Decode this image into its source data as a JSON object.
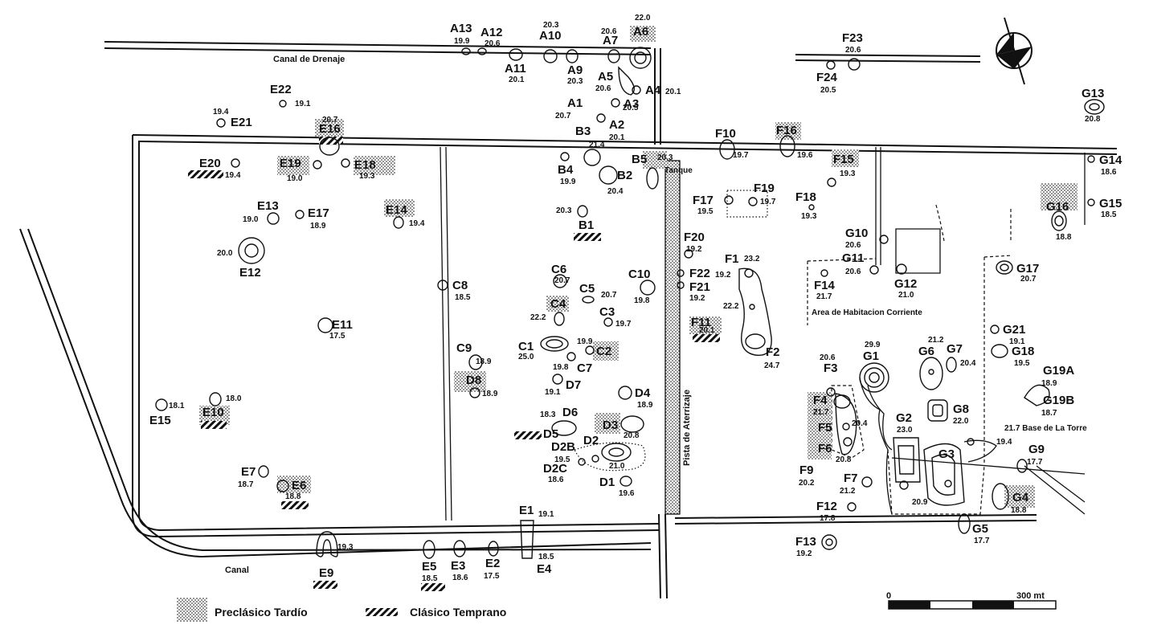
{
  "map": {
    "labels": {
      "canal_drenaje": "Canal de Drenaje",
      "canal": "Canal",
      "tanque": "Tanque",
      "pista": "Pista de Aterrizaje",
      "area_habitacion": "Area de Habitacion Corriente",
      "base_torre": "21.7 Base de La Torre"
    },
    "legend": {
      "preclasico": "Preclásico Tardío",
      "clasico": "Clásico Temprano"
    },
    "scale": {
      "start": "0",
      "end": "300 mt"
    },
    "colors": {
      "ink": "#111111",
      "paper": "#ffffff"
    },
    "sites": [
      {
        "id": "A13",
        "elev": "19.9"
      },
      {
        "id": "A12",
        "elev": "20.6"
      },
      {
        "id": "A11",
        "elev": "20.1"
      },
      {
        "id": "A10",
        "elev": "20.3"
      },
      {
        "id": "A9",
        "elev": "20.3"
      },
      {
        "id": "A7",
        "elev": "20.6"
      },
      {
        "id": "A6",
        "elev": "22.0"
      },
      {
        "id": "A5",
        "elev": "20.6"
      },
      {
        "id": "A4",
        "elev": "20.1"
      },
      {
        "id": "A3",
        "elev": "20.5"
      },
      {
        "id": "A2",
        "elev": "20.1"
      },
      {
        "id": "A1",
        "elev": "20.7"
      },
      {
        "id": "B1",
        "elev": "20.3"
      },
      {
        "id": "B2",
        "elev": "20.4"
      },
      {
        "id": "B3",
        "elev": "21.4"
      },
      {
        "id": "B4",
        "elev": "19.9"
      },
      {
        "id": "B5",
        "elev": "20.3"
      },
      {
        "id": "C1",
        "elev": "25.0"
      },
      {
        "id": "C2",
        "elev": "19.9"
      },
      {
        "id": "C3",
        "elev": "19.7"
      },
      {
        "id": "C4",
        "elev": "22.2"
      },
      {
        "id": "C5",
        "elev": "20.7"
      },
      {
        "id": "C6",
        "elev": "20.7"
      },
      {
        "id": "C7",
        "elev": "19.8"
      },
      {
        "id": "C8",
        "elev": "18.5"
      },
      {
        "id": "C9",
        "elev": "18.9"
      },
      {
        "id": "C10",
        "elev": "19.8"
      },
      {
        "id": "D1",
        "elev": "19.6"
      },
      {
        "id": "D2",
        "elev": "21.0"
      },
      {
        "id": "D2B",
        "elev": "19.5"
      },
      {
        "id": "D2C",
        "elev": "18.6"
      },
      {
        "id": "D3",
        "elev": "20.8"
      },
      {
        "id": "D4",
        "elev": "18.9"
      },
      {
        "id": "D5",
        "elev": ""
      },
      {
        "id": "D6",
        "elev": "18.3"
      },
      {
        "id": "D7",
        "elev": "19.1"
      },
      {
        "id": "D8",
        "elev": "18.9"
      },
      {
        "id": "E1",
        "elev": "19.1"
      },
      {
        "id": "E2",
        "elev": "17.5"
      },
      {
        "id": "E3",
        "elev": "18.6"
      },
      {
        "id": "E4",
        "elev": "18.5"
      },
      {
        "id": "E5",
        "elev": "18.5"
      },
      {
        "id": "E6",
        "elev": "18.8"
      },
      {
        "id": "E7",
        "elev": "18.7"
      },
      {
        "id": "E9",
        "elev": "19.3"
      },
      {
        "id": "E10",
        "elev": "18.0"
      },
      {
        "id": "E11",
        "elev": "17.5"
      },
      {
        "id": "E12",
        "elev": "20.0"
      },
      {
        "id": "E13",
        "elev": "19.0"
      },
      {
        "id": "E14",
        "elev": "19.4"
      },
      {
        "id": "E15",
        "elev": "18.1"
      },
      {
        "id": "E16",
        "elev": "20.7"
      },
      {
        "id": "E17",
        "elev": "18.9"
      },
      {
        "id": "E18",
        "elev": "19.3"
      },
      {
        "id": "E19",
        "elev": "19.0"
      },
      {
        "id": "E20",
        "elev": "19.4"
      },
      {
        "id": "E21",
        "elev": "19.4"
      },
      {
        "id": "E22",
        "elev": "19.1"
      },
      {
        "id": "F1",
        "elev": "23.2"
      },
      {
        "id": "F1b",
        "elev": "19.2"
      },
      {
        "id": "F1c",
        "elev": "22.2"
      },
      {
        "id": "F2",
        "elev": "24.7"
      },
      {
        "id": "F3",
        "elev": "20.6"
      },
      {
        "id": "F4",
        "elev": "21.7"
      },
      {
        "id": "F5",
        "elev": "20.4"
      },
      {
        "id": "F6",
        "elev": "20.8"
      },
      {
        "id": "F7",
        "elev": "21.2"
      },
      {
        "id": "F9",
        "elev": "20.2"
      },
      {
        "id": "F10",
        "elev": "19.7"
      },
      {
        "id": "F11",
        "elev": "20.1"
      },
      {
        "id": "F12",
        "elev": "17.8"
      },
      {
        "id": "F13",
        "elev": "19.2"
      },
      {
        "id": "F14",
        "elev": "21.7"
      },
      {
        "id": "F15",
        "elev": "19.3"
      },
      {
        "id": "F16",
        "elev": "19.6"
      },
      {
        "id": "F17",
        "elev": "19.5"
      },
      {
        "id": "F18",
        "elev": "19.3"
      },
      {
        "id": "F19",
        "elev": "19.7"
      },
      {
        "id": "F20",
        "elev": "19.2"
      },
      {
        "id": "F21",
        "elev": "19.2"
      },
      {
        "id": "F22",
        "elev": ""
      },
      {
        "id": "F23",
        "elev": "20.6"
      },
      {
        "id": "F24",
        "elev": "20.5"
      },
      {
        "id": "G1",
        "elev": "29.9"
      },
      {
        "id": "G2",
        "elev": "23.0"
      },
      {
        "id": "G3",
        "elev": "20.9"
      },
      {
        "id": "G4",
        "elev": "18.8"
      },
      {
        "id": "G5",
        "elev": "17.7"
      },
      {
        "id": "G6",
        "elev": "21.2"
      },
      {
        "id": "G7",
        "elev": "20.4"
      },
      {
        "id": "G8",
        "elev": "22.0"
      },
      {
        "id": "G9",
        "elev": "17.7"
      },
      {
        "id": "G10",
        "elev": "20.6"
      },
      {
        "id": "G11",
        "elev": "20.6"
      },
      {
        "id": "G12",
        "elev": "21.0"
      },
      {
        "id": "G13",
        "elev": "20.8"
      },
      {
        "id": "G14",
        "elev": "18.6"
      },
      {
        "id": "G15",
        "elev": "18.5"
      },
      {
        "id": "G16",
        "elev": "18.8"
      },
      {
        "id": "G17",
        "elev": "20.7"
      },
      {
        "id": "G18",
        "elev": "19.5"
      },
      {
        "id": "G19A",
        "elev": "18.9"
      },
      {
        "id": "G19B",
        "elev": "18.7"
      },
      {
        "id": "G21",
        "elev": "19.1"
      },
      {
        "id": "Gtorre",
        "elev": "19.4"
      }
    ]
  }
}
